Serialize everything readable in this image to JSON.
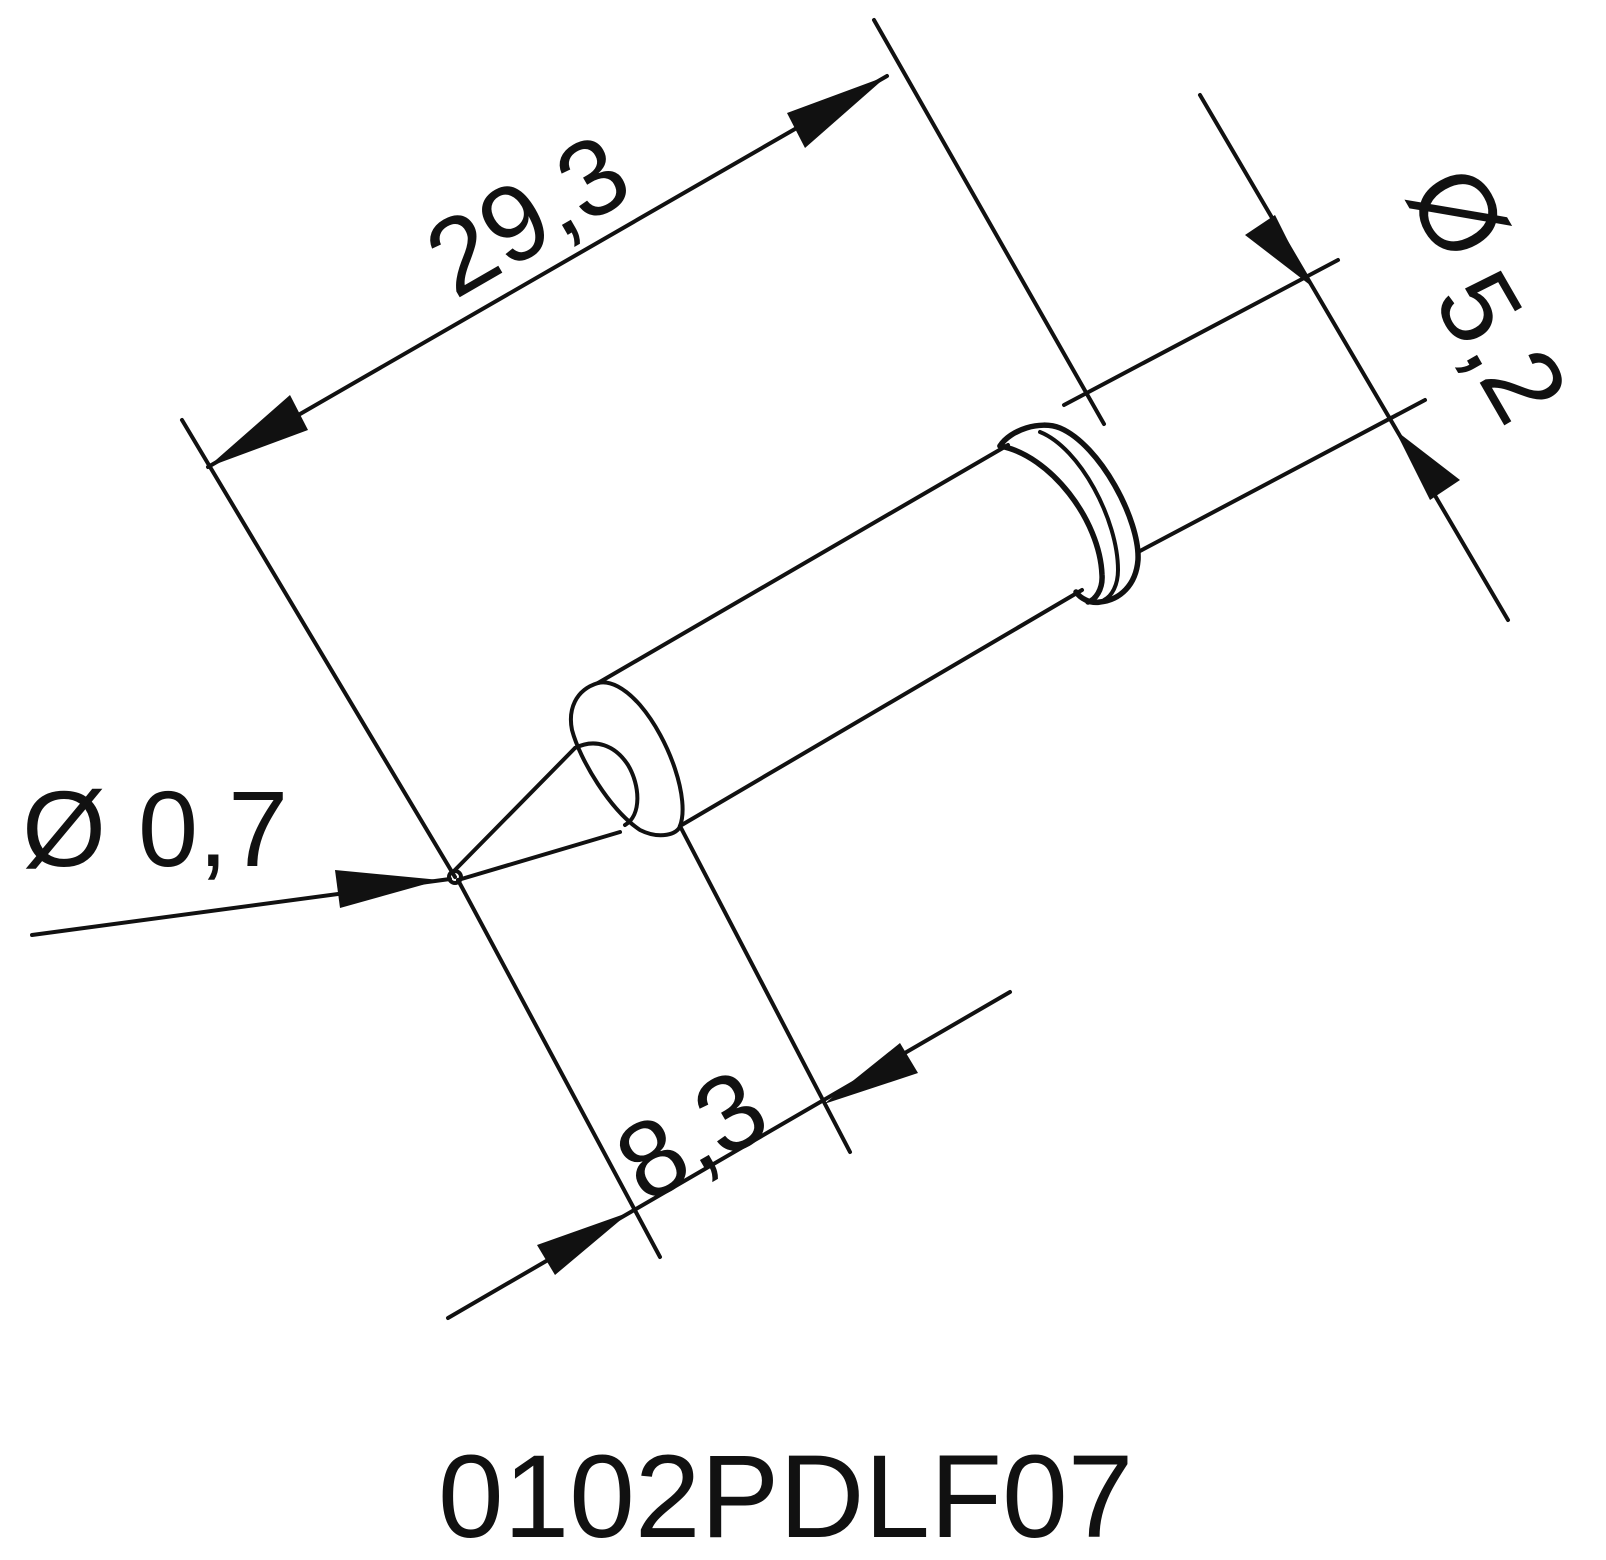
{
  "drawing": {
    "type": "soldering tip dimension drawing",
    "units": "mm",
    "dimensions": {
      "total_length": "29,3",
      "shank_diameter_symbol": "Ø",
      "shank_diameter": "5,2",
      "tip_diameter_symbol": "Ø",
      "tip_diameter": "0,7",
      "tip_length": "8,3"
    },
    "part_number": "0102PDLF07",
    "colors": {
      "line": "#111111",
      "background": "#ffffff"
    }
  }
}
